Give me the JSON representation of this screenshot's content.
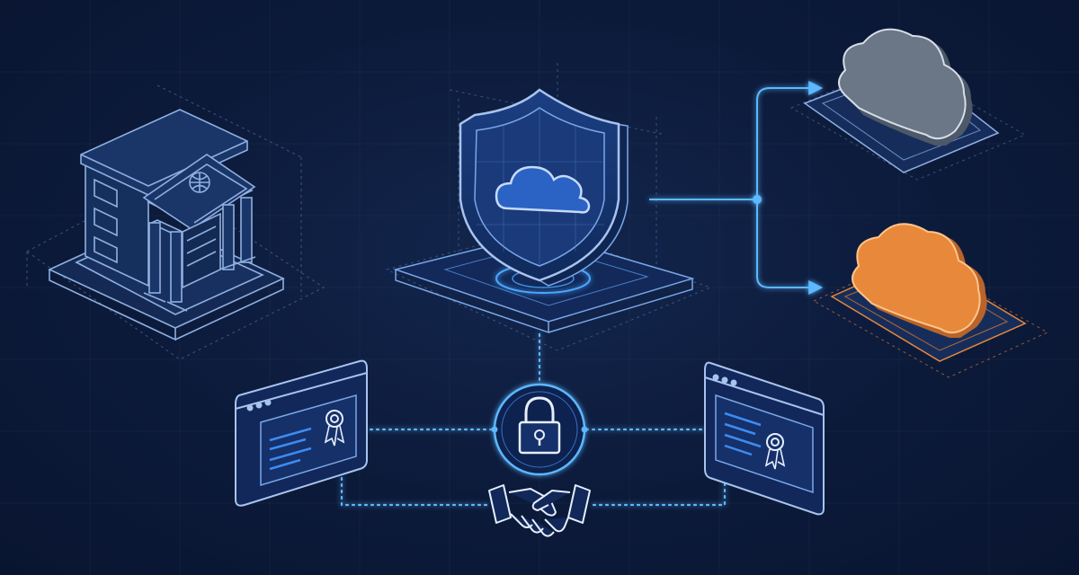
{
  "colors": {
    "background": "#0c1a3a",
    "line": "#7aa7e6",
    "glow": "#4aa8ff",
    "accent_blue": "#1f57b8",
    "cloud_gray": "#6b7686",
    "cloud_orange": "#e8883a"
  },
  "nodes": [
    {
      "id": "bank",
      "icon": "bank-building-icon"
    },
    {
      "id": "security-shield",
      "icon": "shield-cloud-icon"
    },
    {
      "id": "cloud-gray",
      "icon": "cloud-icon"
    },
    {
      "id": "cloud-orange",
      "icon": "cloud-icon"
    },
    {
      "id": "certificate-left",
      "icon": "certificate-window-icon"
    },
    {
      "id": "certificate-right",
      "icon": "certificate-window-icon"
    },
    {
      "id": "encryption-lock",
      "icon": "padlock-icon"
    },
    {
      "id": "agreement",
      "icon": "handshake-icon"
    }
  ],
  "edges": [
    {
      "from": "bank",
      "to": "security-shield",
      "style": "solid-arrow"
    },
    {
      "from": "security-shield",
      "to": "cloud-gray",
      "style": "solid-arrow"
    },
    {
      "from": "security-shield",
      "to": "cloud-orange",
      "style": "solid-arrow"
    },
    {
      "from": "security-shield",
      "to": "encryption-lock",
      "style": "dotted"
    },
    {
      "from": "certificate-left",
      "to": "encryption-lock",
      "style": "dotted"
    },
    {
      "from": "encryption-lock",
      "to": "certificate-right",
      "style": "dotted"
    },
    {
      "from": "certificate-left",
      "to": "agreement",
      "style": "dotted"
    },
    {
      "from": "agreement",
      "to": "certificate-right",
      "style": "dotted"
    }
  ]
}
